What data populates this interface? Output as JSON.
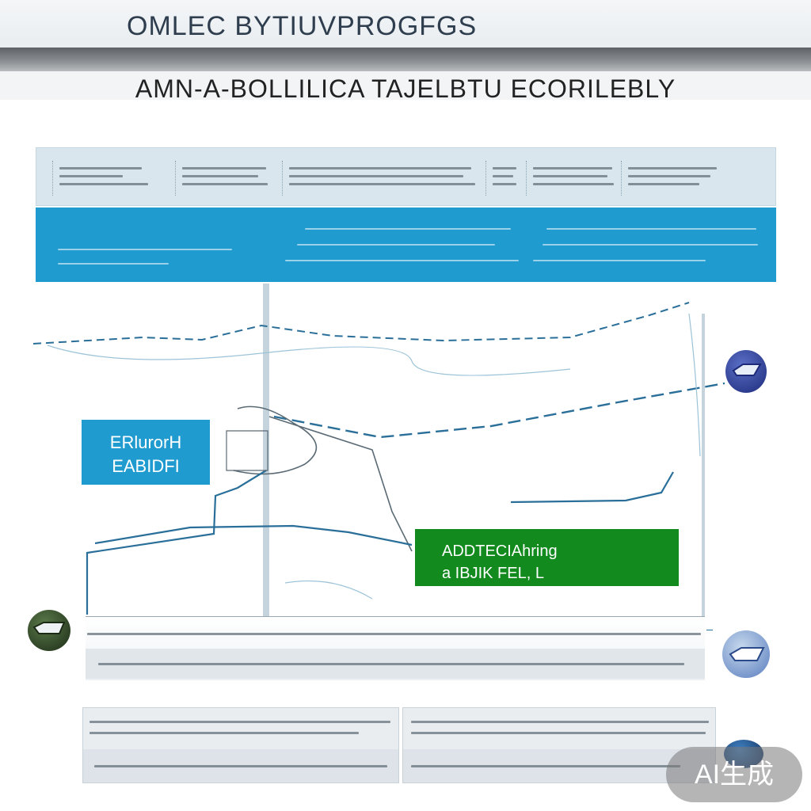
{
  "header": {
    "brand_prefix": "OMLEC BYT",
    "brand_accent": "",
    "brand_suffix": "IUVPROGFGS"
  },
  "main_title": "AMN-A-BOLLILICA TAJELBTU ECORILEBLY",
  "info_panel": {
    "columns": [
      "",
      "",
      "",
      "",
      "",
      ""
    ]
  },
  "banner": {
    "heading": "",
    "lines": [
      "",
      ""
    ],
    "middle_text": "",
    "right_text": ""
  },
  "callouts": {
    "blue_line1": "ERlurorH",
    "blue_line2": "EABIDFI",
    "green_line1": "ADDTECIAhring",
    "green_line2": "a IBJIK FEL, L"
  },
  "footer": {
    "row1": "",
    "row2": ""
  },
  "bottom_panels": [
    {
      "text": "",
      "caption": ""
    },
    {
      "text": "",
      "caption": ""
    }
  ],
  "watermark": "AI生成",
  "colors": {
    "accent_blue": "#1f9bd0",
    "accent_green": "#138a1e",
    "panel_blue": "#d9e6ee",
    "line_blue": "#2a6f99"
  },
  "icons": [
    "check-bubble-icon",
    "check-bubble-icon",
    "check-bubble-icon",
    "check-bubble-icon"
  ]
}
